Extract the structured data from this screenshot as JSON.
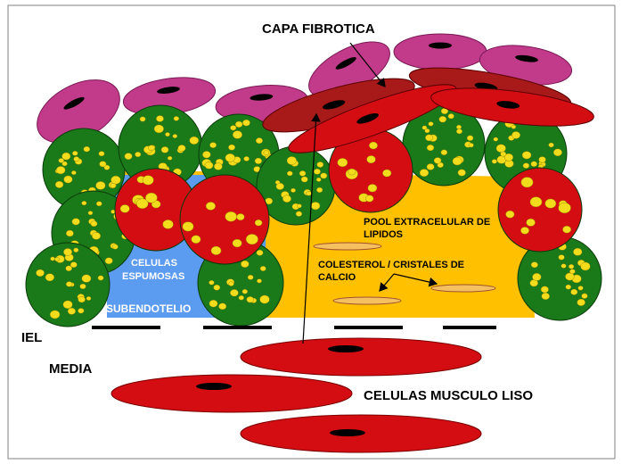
{
  "labels": {
    "capa_fibrotica": "CAPA FIBROTICA",
    "pool_line1": "POOL EXTRACELULAR DE",
    "pool_line2": "LIPIDOS",
    "celulas_line1": "CELULAS",
    "celulas_line2": "ESPUMOSAS",
    "colesterol_line1": "COLESTEROL / CRISTALES DE",
    "colesterol_line2": "CALCIO",
    "subendotelio": "SUBENDOTELIO",
    "iel": "IEL",
    "media": "MEDIA",
    "musculo_liso": "CELULAS MUSCULO LISO"
  },
  "colors": {
    "endothelial_cell": "#c23a8a",
    "foam_cell": "#1a7a1a",
    "lipid_droplet": "#f2dc1c",
    "red_cell": "#d40d12",
    "dark_red_cell": "#a81a1a",
    "lipid_pool": "#ffc000",
    "subendothelium": "#5b9bf0",
    "crystal": "#f4c060",
    "nucleus": "#000000"
  }
}
